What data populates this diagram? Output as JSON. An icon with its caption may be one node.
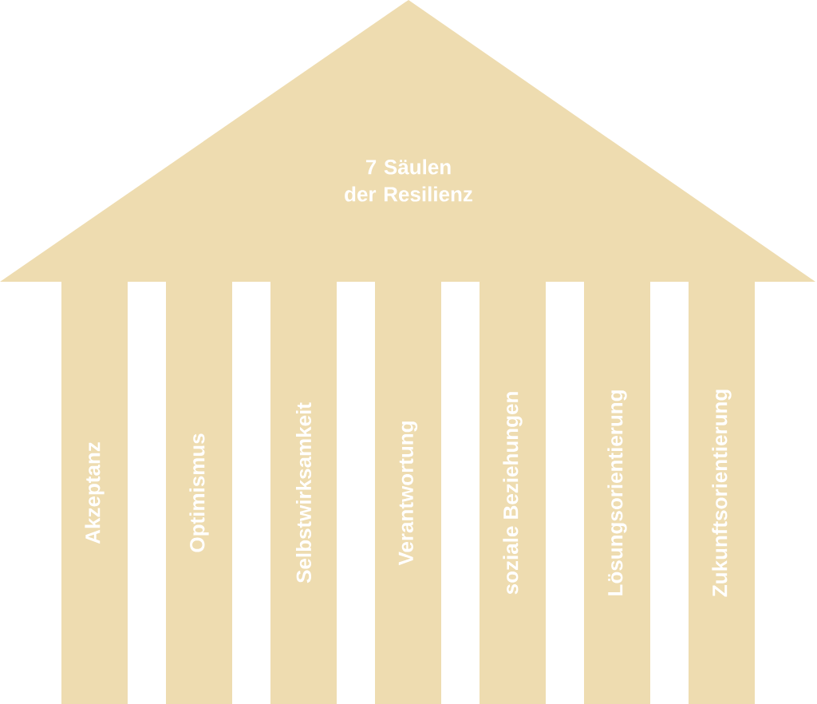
{
  "diagram": {
    "nodes": [
      {
        "text": [
          "7 Säulen der Resilienz"
        ]
      },
      {
        "text": [
          "Akzeptanz"
        ]
      },
      {
        "text": [
          "Optimismus"
        ]
      },
      {
        "text": [
          "Selbstwirksamkeit"
        ]
      },
      {
        "text": [
          "Verantwortung"
        ]
      },
      {
        "text": [
          "soziale Beziehungen"
        ]
      },
      {
        "text": [
          "Lösungsorientierung"
        ]
      },
      {
        "text": [
          "Zukunftsorientierung"
        ]
      }
    ]
  }
}
